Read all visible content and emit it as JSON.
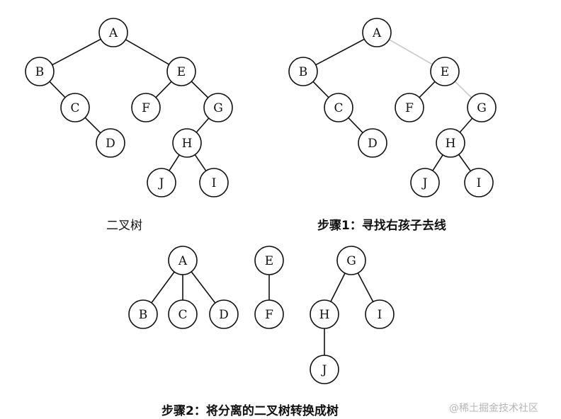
{
  "captions": {
    "tree": "二叉树",
    "step1": "步骤1：寻找右孩子去线",
    "step2": "步骤2：将分离的二叉树转换成树"
  },
  "watermark": "@稀土掘金技术社区",
  "colors": {
    "stroke": "#111111",
    "removed_edge": "#c8c8c8",
    "node_fill": "#ffffff"
  },
  "diagrams": [
    {
      "id": "binary-tree",
      "nodes": [
        "A",
        "B",
        "C",
        "D",
        "E",
        "F",
        "G",
        "H",
        "J",
        "I"
      ],
      "edges": [
        [
          "A",
          "B"
        ],
        [
          "A",
          "E"
        ],
        [
          "B",
          "C"
        ],
        [
          "C",
          "D"
        ],
        [
          "E",
          "F"
        ],
        [
          "E",
          "G"
        ],
        [
          "G",
          "H"
        ],
        [
          "H",
          "J"
        ],
        [
          "H",
          "I"
        ]
      ]
    },
    {
      "id": "step1",
      "nodes": [
        "A",
        "B",
        "C",
        "D",
        "E",
        "F",
        "G",
        "H",
        "J",
        "I"
      ],
      "edges": [
        [
          "A",
          "B"
        ],
        [
          "B",
          "C"
        ],
        [
          "C",
          "D"
        ],
        [
          "E",
          "F"
        ],
        [
          "G",
          "H"
        ],
        [
          "H",
          "J"
        ],
        [
          "H",
          "I"
        ]
      ],
      "removed_edges": [
        [
          "A",
          "E"
        ],
        [
          "E",
          "G"
        ]
      ]
    },
    {
      "id": "step2",
      "nodes": [
        "A",
        "B",
        "C",
        "D",
        "E",
        "F",
        "G",
        "H",
        "I",
        "J"
      ],
      "edges": [
        [
          "A",
          "B"
        ],
        [
          "A",
          "C"
        ],
        [
          "A",
          "D"
        ],
        [
          "E",
          "F"
        ],
        [
          "G",
          "H"
        ],
        [
          "G",
          "I"
        ],
        [
          "H",
          "J"
        ]
      ]
    }
  ]
}
